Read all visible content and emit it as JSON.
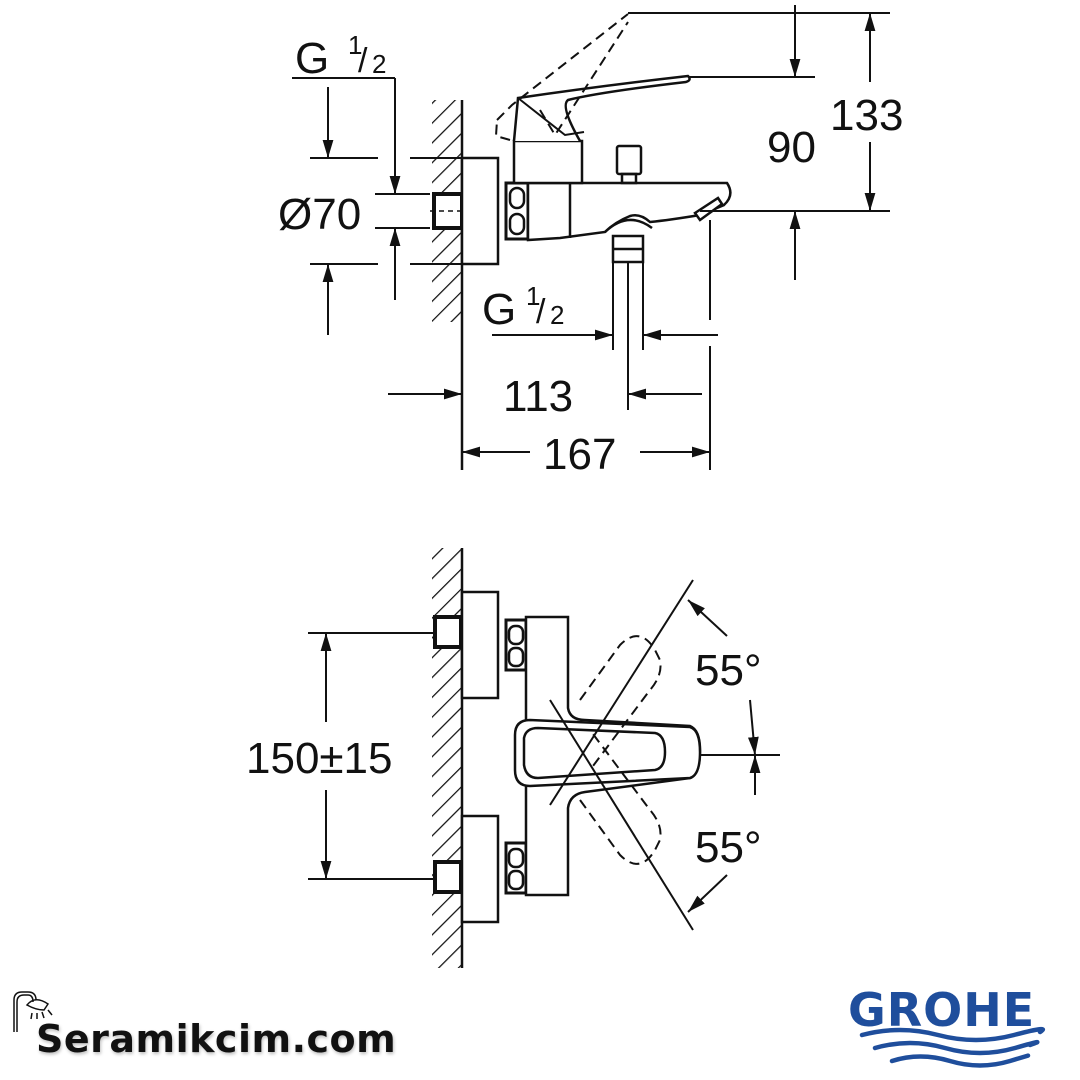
{
  "top_view": {
    "inlet_label_top": {
      "main": "G",
      "fraction_num": "1",
      "fraction_den": "2"
    },
    "diameter_label": "Ø70",
    "outlet_label": {
      "main": "G",
      "fraction_num": "1",
      "fraction_den": "2"
    },
    "dim_90": "90",
    "dim_133": "133",
    "dim_113": "113",
    "dim_167": "167"
  },
  "bottom_view": {
    "dim_150": "150±15",
    "angle_top": "55°",
    "angle_bottom": "55°"
  },
  "branding": {
    "seller_logo": "Seramikcim.com",
    "manufacturer_logo": "GROHE",
    "manufacturer_color": "#1f4e9c"
  }
}
